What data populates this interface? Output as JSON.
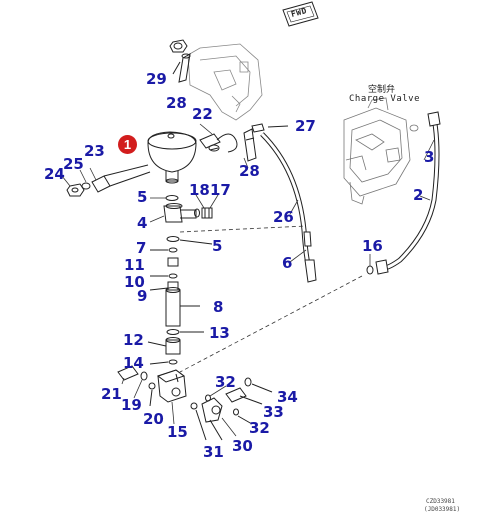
{
  "header": {
    "fwd_label": "FWD"
  },
  "highlight": {
    "part_number": "1",
    "color": "#d21d1d"
  },
  "charge_valve": {
    "label_jp": "空制弁",
    "label_en": "Charge Valve"
  },
  "callouts": {
    "c2": "2",
    "c3": "3",
    "c4": "4",
    "c5a": "5",
    "c5b": "5",
    "c6": "6",
    "c7": "7",
    "c8": "8",
    "c9": "9",
    "c10": "10",
    "c11": "11",
    "c12": "12",
    "c13": "13",
    "c14": "14",
    "c15": "15",
    "c16": "16",
    "c17": "17",
    "c18": "18",
    "c19": "19",
    "c20": "20",
    "c21": "21",
    "c22": "22",
    "c23": "23",
    "c24": "24",
    "c25": "25",
    "c26": "26",
    "c27": "27",
    "c28a": "28",
    "c28b": "28",
    "c29": "29",
    "c30": "30",
    "c31": "31",
    "c32a": "32",
    "c32b": "32",
    "c33": "33",
    "c34": "34"
  },
  "callout_color": "#1a1aa6",
  "footer": {
    "code_main": "CZD33981",
    "code_sub": "(JD033981)"
  }
}
